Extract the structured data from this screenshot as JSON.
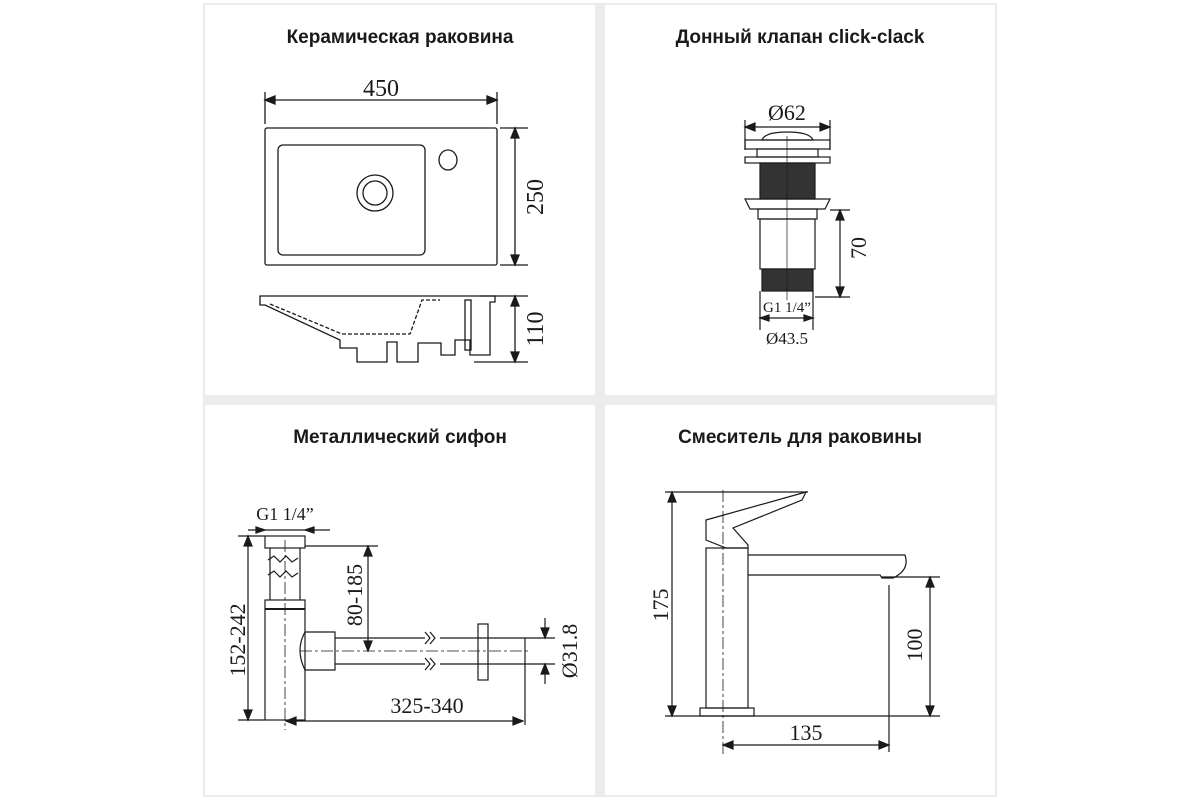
{
  "panels": [
    {
      "title": "Керамическая раковина",
      "dims": {
        "width": "450",
        "depth": "250",
        "height": "110"
      }
    },
    {
      "title": "Донный клапан click-clack",
      "dims": {
        "top_diameter": "Ø62",
        "length": "70",
        "thread": "G1 1/4”",
        "bottom_diameter": "Ø43.5"
      }
    },
    {
      "title": "Металлический сифон",
      "dims": {
        "thread": "G1 1/4”",
        "height_range": "152-242",
        "outlet_height": "80-185",
        "length_range": "325-340",
        "pipe_diameter": "Ø31.8"
      }
    },
    {
      "title": "Смеситель для раковины",
      "dims": {
        "height": "175",
        "spout_height": "100",
        "spout_reach": "135"
      }
    }
  ]
}
